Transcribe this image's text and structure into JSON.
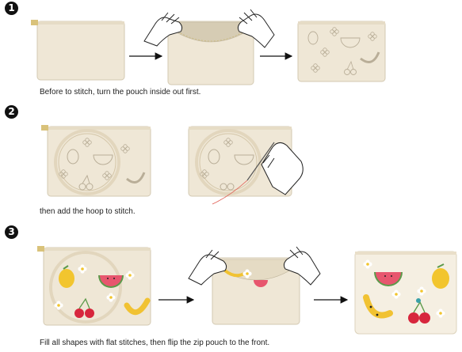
{
  "steps": [
    {
      "number": "1",
      "caption": "Before to stitch, turn the pouch inside out first."
    },
    {
      "number": "2",
      "caption": "then add the hoop to stitch."
    },
    {
      "number": "3",
      "caption": "Fill all shapes with flat stitches, then flip the zip pouch to the front."
    }
  ],
  "colors": {
    "pouch": "#efe7d6",
    "pouch_outline": "#c9bfa8",
    "zipper": "#d9c27a",
    "hoop": "#e2d6bd",
    "lemon": "#f2c52e",
    "watermelon_red": "#e7566e",
    "watermelon_green": "#5c9a4a",
    "cherry": "#d7263d",
    "banana": "#f1c232",
    "thread": "#e05a4f"
  },
  "icons": [
    "hand-icon",
    "needle-icon",
    "arrow-right-icon",
    "lemon-icon",
    "watermelon-icon",
    "cherry-icon",
    "banana-icon",
    "flower-icon"
  ]
}
